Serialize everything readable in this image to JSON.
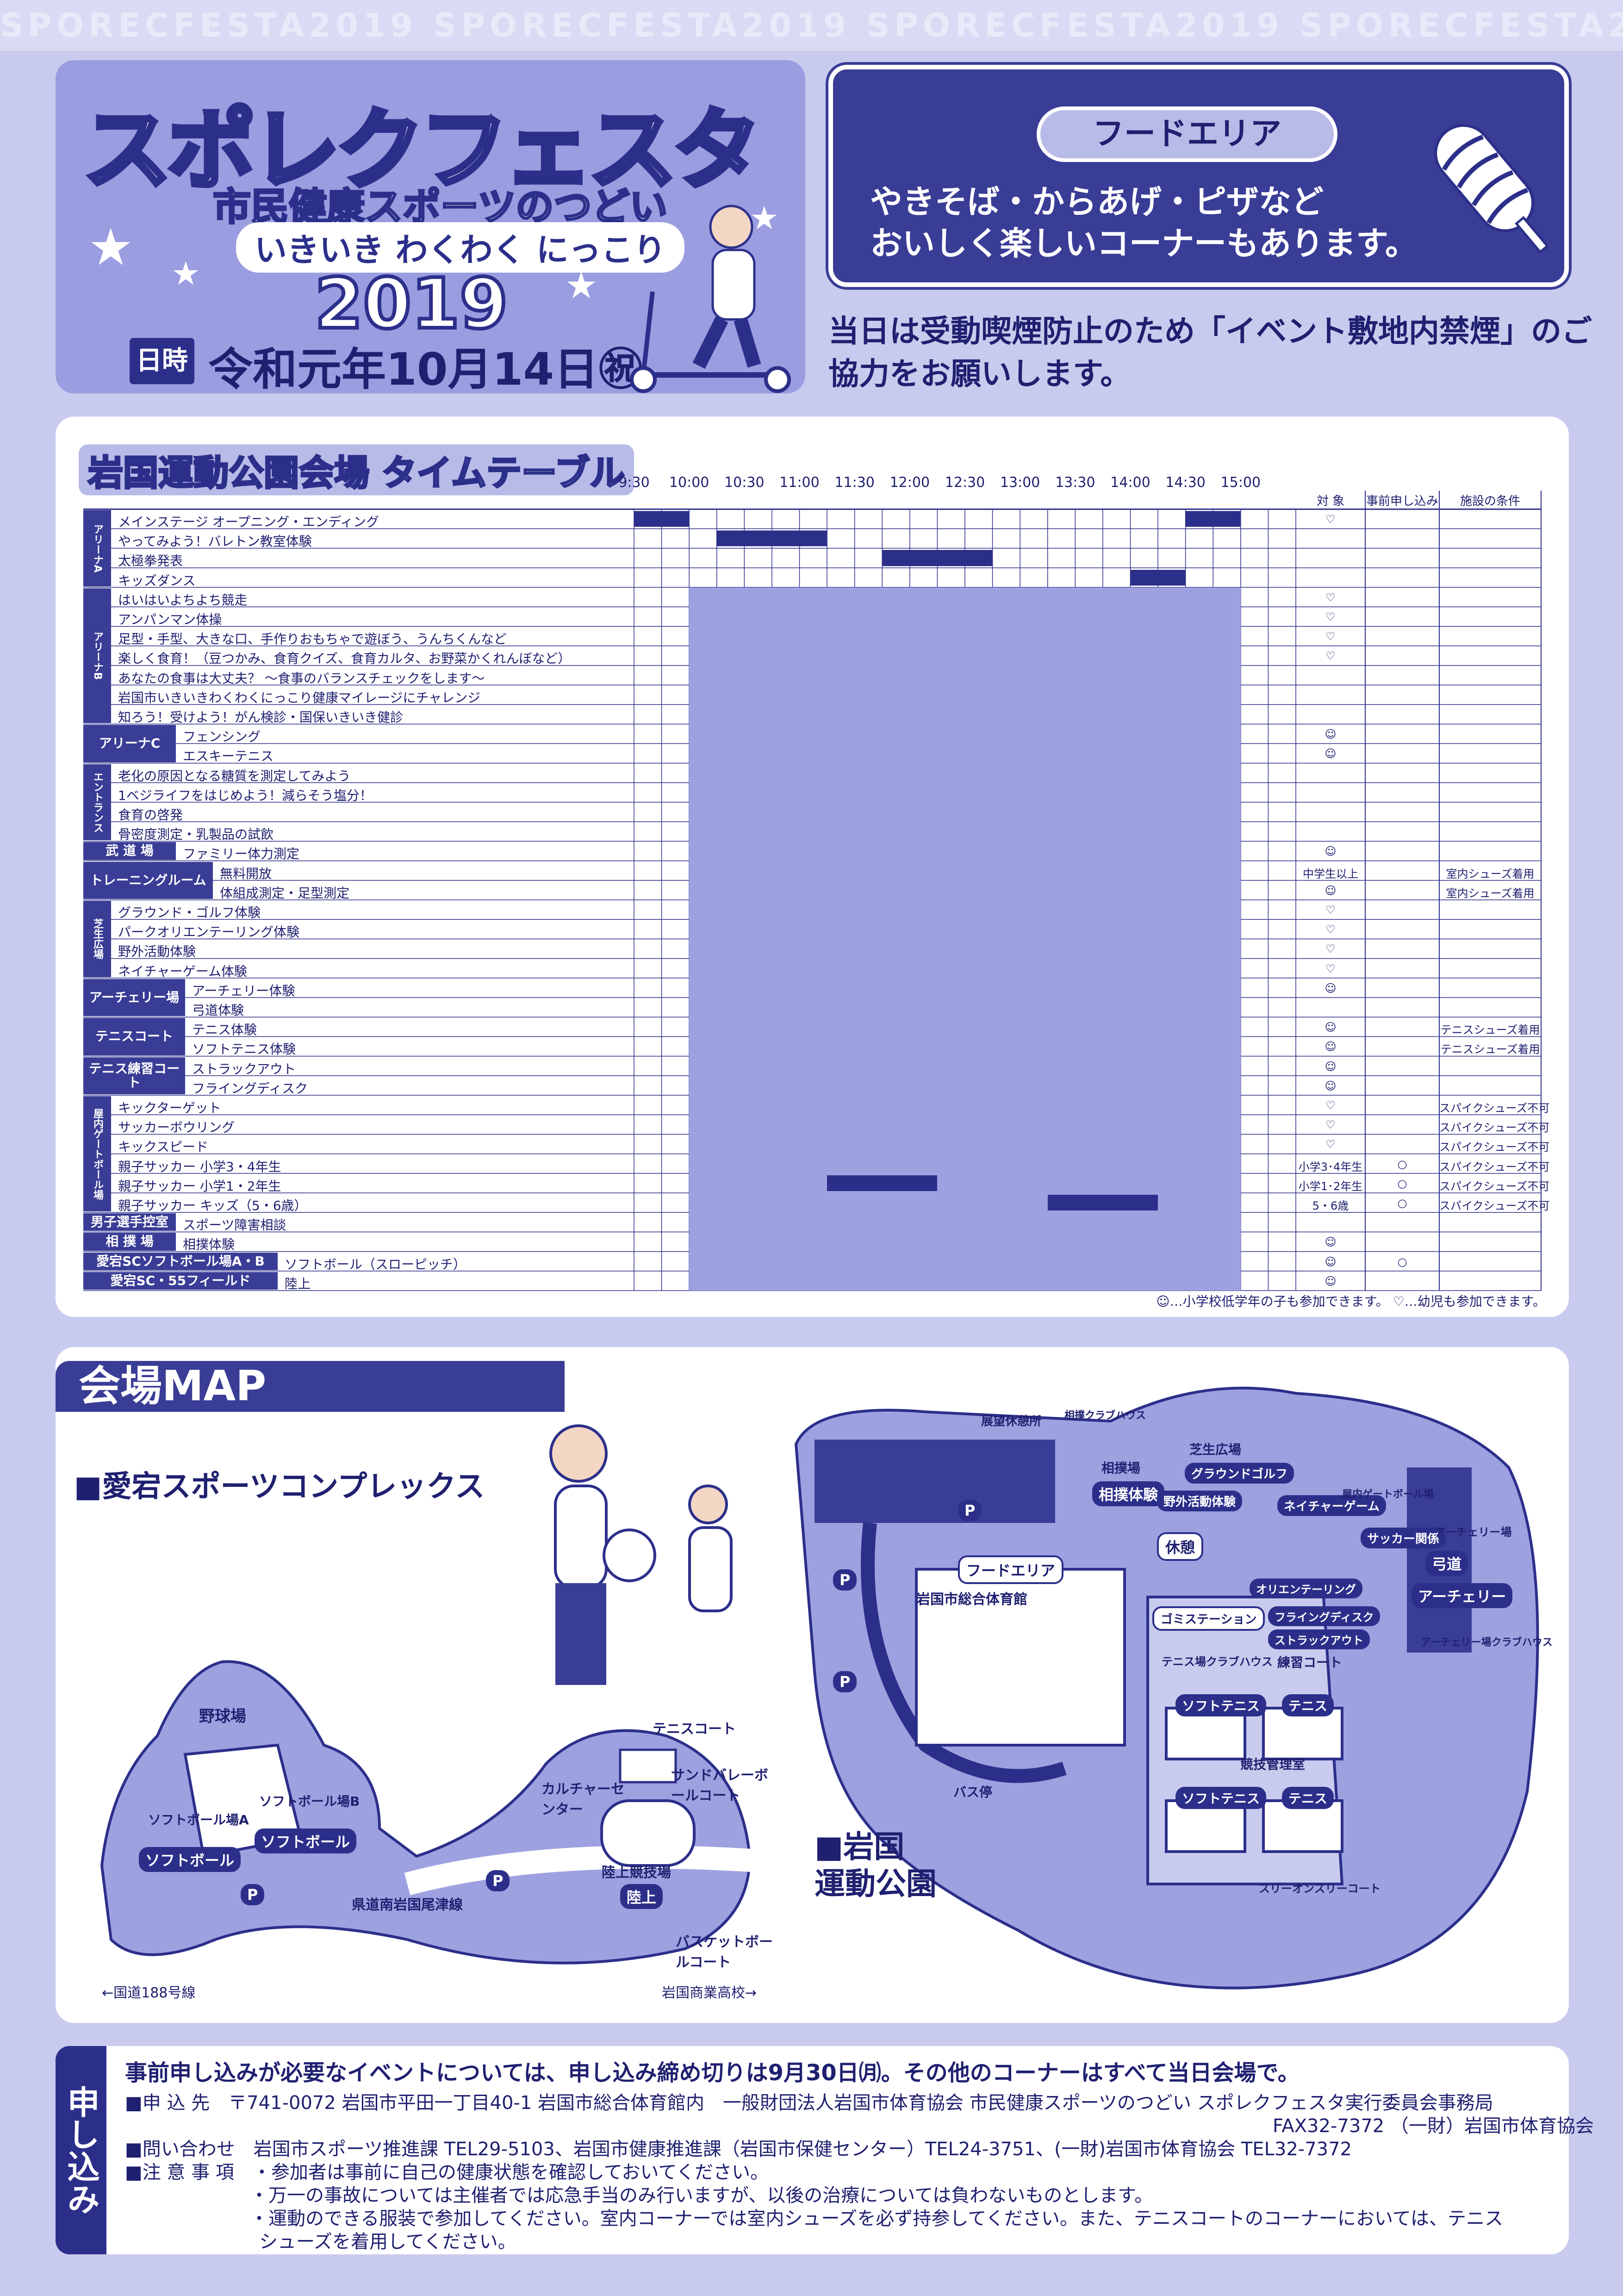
{
  "strip": "SPORECFESTA2019 SPORECFESTA2019 SPORECFESTA2019 SPORECFESTA2019 SPORECFESTA2019",
  "hero": {
    "title": "スポレクフェスタ",
    "subtitle": "市民健康スポーツのつどい",
    "slogan": "いきいき わくわく にっこり",
    "year": "2019",
    "date_label": "日時",
    "date": "令和元年10月14日㊗"
  },
  "food": {
    "label": "フードエリア",
    "line1": "やきそば・からあげ・ピザなど",
    "line2": "おいしく楽しいコーナーもあります。"
  },
  "notice": "当日は受動喫煙防止のため「イベント敷地内禁煙」のご協力をお願いします。",
  "timetable": {
    "title": "岩国運動公園会場 タイムテーブル",
    "hours": [
      "9:30",
      "10:00",
      "10:30",
      "11:00",
      "11:30",
      "12:00",
      "12:30",
      "13:00",
      "13:30",
      "14:00",
      "14:30",
      "15:00"
    ],
    "col_target": "対 象",
    "col_pre": "事前申し込み",
    "col_cond": "施設の条件",
    "categories": [
      "アリーナA",
      "アリーナB",
      "アリーナC",
      "エントランス",
      "武 道 場",
      "トレーニングルーム",
      "芝生広場",
      "アーチェリー場",
      "テニスコート",
      "テニス練習コート",
      "屋内ゲートボール場",
      "男子選手控室",
      "相 撲 場",
      "愛宕SCソフトボール場A・B",
      "愛宕SC・55フィールド"
    ],
    "rows": [
      {
        "label": "メインステージ オープニング・エンディング",
        "target": "♡",
        "pre": "",
        "cond": ""
      },
      {
        "label": "やってみよう！バレトン教室体験",
        "target": "",
        "pre": "",
        "cond": ""
      },
      {
        "label": "太極拳発表",
        "target": "",
        "pre": "",
        "cond": ""
      },
      {
        "label": "キッズダンス",
        "target": "",
        "pre": "",
        "cond": ""
      },
      {
        "label": "はいはいよちよち競走",
        "target": "♡",
        "pre": "",
        "cond": ""
      },
      {
        "label": "アンパンマン体操",
        "target": "♡",
        "pre": "",
        "cond": ""
      },
      {
        "label": "足型・手型、大きな口、手作りおもちゃで遊ぼう、うんちくんなど",
        "target": "♡",
        "pre": "",
        "cond": ""
      },
      {
        "label": "楽しく食育！（豆つかみ、食育クイズ、食育カルタ、お野菜かくれんぼなど）",
        "target": "♡",
        "pre": "",
        "cond": ""
      },
      {
        "label": "あなたの食事は大丈夫？ ～食事のバランスチェックをします～",
        "target": "",
        "pre": "",
        "cond": ""
      },
      {
        "label": "岩国市いきいきわくわくにっこり健康マイレージにチャレンジ",
        "target": "",
        "pre": "",
        "cond": ""
      },
      {
        "label": "知ろう！受けよう！がん検診・国保いきいき健診",
        "target": "",
        "pre": "",
        "cond": ""
      },
      {
        "label": "フェンシング",
        "target": "☺",
        "pre": "",
        "cond": ""
      },
      {
        "label": "エスキーテニス",
        "target": "☺",
        "pre": "",
        "cond": ""
      },
      {
        "label": "老化の原因となる糖質を測定してみよう",
        "target": "",
        "pre": "",
        "cond": ""
      },
      {
        "label": "1ベジライフをはじめよう！減らそう塩分！",
        "target": "",
        "pre": "",
        "cond": ""
      },
      {
        "label": "食育の啓発",
        "target": "",
        "pre": "",
        "cond": ""
      },
      {
        "label": "骨密度測定・乳製品の試飲",
        "target": "",
        "pre": "",
        "cond": ""
      },
      {
        "label": "ファミリー体力測定",
        "target": "☺",
        "pre": "",
        "cond": ""
      },
      {
        "label": "無料開放",
        "target": "中学生以上",
        "pre": "",
        "cond": "室内シューズ着用"
      },
      {
        "label": "体組成測定・足型測定",
        "target": "☺",
        "pre": "",
        "cond": "室内シューズ着用"
      },
      {
        "label": "グラウンド・ゴルフ体験",
        "target": "♡",
        "pre": "",
        "cond": ""
      },
      {
        "label": "パークオリエンテーリング体験",
        "target": "♡",
        "pre": "",
        "cond": ""
      },
      {
        "label": "野外活動体験",
        "target": "♡",
        "pre": "",
        "cond": ""
      },
      {
        "label": "ネイチャーゲーム体験",
        "target": "♡",
        "pre": "",
        "cond": ""
      },
      {
        "label": "アーチェリー体験",
        "target": "☺",
        "pre": "",
        "cond": ""
      },
      {
        "label": "弓道体験",
        "target": "",
        "pre": "",
        "cond": ""
      },
      {
        "label": "テニス体験",
        "target": "☺",
        "pre": "",
        "cond": "テニスシューズ着用"
      },
      {
        "label": "ソフトテニス体験",
        "target": "☺",
        "pre": "",
        "cond": "テニスシューズ着用"
      },
      {
        "label": "ストラックアウト",
        "target": "☺",
        "pre": "",
        "cond": ""
      },
      {
        "label": "フライングディスク",
        "target": "☺",
        "pre": "",
        "cond": ""
      },
      {
        "label": "キックターゲット",
        "target": "♡",
        "pre": "",
        "cond": "スパイクシューズ不可"
      },
      {
        "label": "サッカーボウリング",
        "target": "♡",
        "pre": "",
        "cond": "スパイクシューズ不可"
      },
      {
        "label": "キックスピード",
        "target": "♡",
        "pre": "",
        "cond": "スパイクシューズ不可"
      },
      {
        "label": "親子サッカー 小学3・4年生",
        "target": "小学3･4年生",
        "pre": "○",
        "cond": "スパイクシューズ不可"
      },
      {
        "label": "親子サッカー 小学1・2年生",
        "target": "小学1･2年生",
        "pre": "○",
        "cond": "スパイクシューズ不可"
      },
      {
        "label": "親子サッカー キッズ（5・6歳）",
        "target": "5・6歳",
        "pre": "○",
        "cond": "スパイクシューズ不可"
      },
      {
        "label": "スポーツ障害相談",
        "target": "",
        "pre": "",
        "cond": ""
      },
      {
        "label": "相撲体験",
        "target": "☺",
        "pre": "",
        "cond": ""
      },
      {
        "label": "ソフトボール（スローピッチ）",
        "target": "☺",
        "pre": "○",
        "cond": ""
      },
      {
        "label": "陸上",
        "target": "☺",
        "pre": "",
        "cond": ""
      }
    ],
    "footnote": "☺…小学校低学年の子も参加できます。 ♡…幼児も参加できます。"
  },
  "map": {
    "title": "会場MAP",
    "atago": "■愛宕スポーツコンプレックス",
    "iwakuni": "■岩国\n運動公園",
    "labels": {
      "baseball": "野球場",
      "softA": "ソフトボール場A",
      "softB": "ソフトボール場B",
      "soft1": "ソフトボール",
      "soft2": "ソフトボール",
      "tennis": "テニスコート",
      "sandvb": "サンドバレーボールコート",
      "culture": "カルチャーセンター",
      "track": "陸上競技場",
      "track_tag": "陸上",
      "basket": "バスケットボールコート",
      "road": "県道南岩国尾津線",
      "route188": "←国道188号線",
      "highschool": "岩国商業高校→",
      "gym": "岩国市総合体育館",
      "foodarea": "フードエリア",
      "busstop": "バス停",
      "sumo": "相撲場",
      "sumo_tag": "相撲体験",
      "lawn": "芝生広場",
      "ggolf": "グラウンドゴルフ",
      "outdoor": "野外活動体験",
      "nature": "ネイチャーゲーム",
      "rest": "休憩",
      "soccer": "サッカー関係",
      "kyudo": "弓道",
      "archery": "アーチェリー",
      "archery_field": "アーチェリー場",
      "orient": "オリエンテーリング",
      "disc": "フライングディスク",
      "strike": "ストラックアウト",
      "garbage": "ゴミステーション",
      "tennis_house": "テニス場クラブハウス",
      "practice": "練習コート",
      "soft_tennis1": "ソフトテニス",
      "soft_tennis2": "ソフトテニス",
      "tennis1": "テニス",
      "tennis2": "テニス",
      "control": "競技管理室",
      "view": "展望休憩所",
      "sumo_house": "相撲クラブハウス",
      "indoor_gate": "屋内ゲートボール場",
      "archery_house": "アーチェリー場クラブハウス",
      "sleeve": "スリーオンスリーコート",
      "parking": "P"
    }
  },
  "apply": {
    "side": "申し込み",
    "headline": "事前申し込みが必要なイベントについては、申し込み締め切りは9月30日㈪。その他のコーナーはすべて当日会場で。",
    "l1": "■申 込 先　〒741-0072 岩国市平田一丁目40-1 岩国市総合体育館内　一般財団法人岩国市体育協会 市民健康スポーツのつどい スポレクフェスタ実行委員会事務局",
    "l1b": "FAX32-7372 （一財）岩国市体育協会",
    "l2": "■問い合わせ　岩国市スポーツ推進課 TEL29-5103、岩国市健康推進課（岩国市保健センター）TEL24-3751、(一財)岩国市体育協会 TEL32-7372",
    "l3": "■注 意 事 項　・参加者は事前に自己の健康状態を確認しておいてください。",
    "l4": "・万一の事故については主催者では応急手当のみ行いますが、以後の治療については負わないものとします。",
    "l5": "・運動のできる服装で参加してください。室内コーナーでは室内シューズを必ず持参してください。また、テニスコートのコーナーにおいては、テニス",
    "l6": "シューズを着用してください。"
  }
}
